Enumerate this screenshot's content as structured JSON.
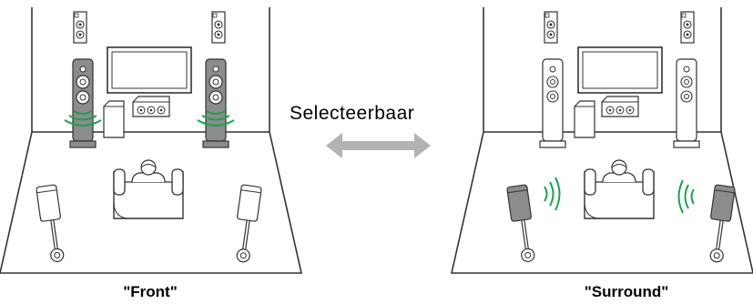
{
  "labels": {
    "selectable": "Selecteerbaar",
    "front": "\"Front\"",
    "surround": "\"Surround\""
  },
  "colors": {
    "line": "#333333",
    "dark_speaker": "#8c8c8c",
    "sound_wave": "#19a34a",
    "arrow": "#b3b3b3",
    "background": "#ffffff"
  },
  "icons": [
    "room-icon",
    "tv-icon",
    "speaker-icon",
    "center-speaker-icon",
    "subwoofer-icon",
    "sofa-icon",
    "listener-icon",
    "sound-wave-icon",
    "double-arrow-icon"
  ]
}
